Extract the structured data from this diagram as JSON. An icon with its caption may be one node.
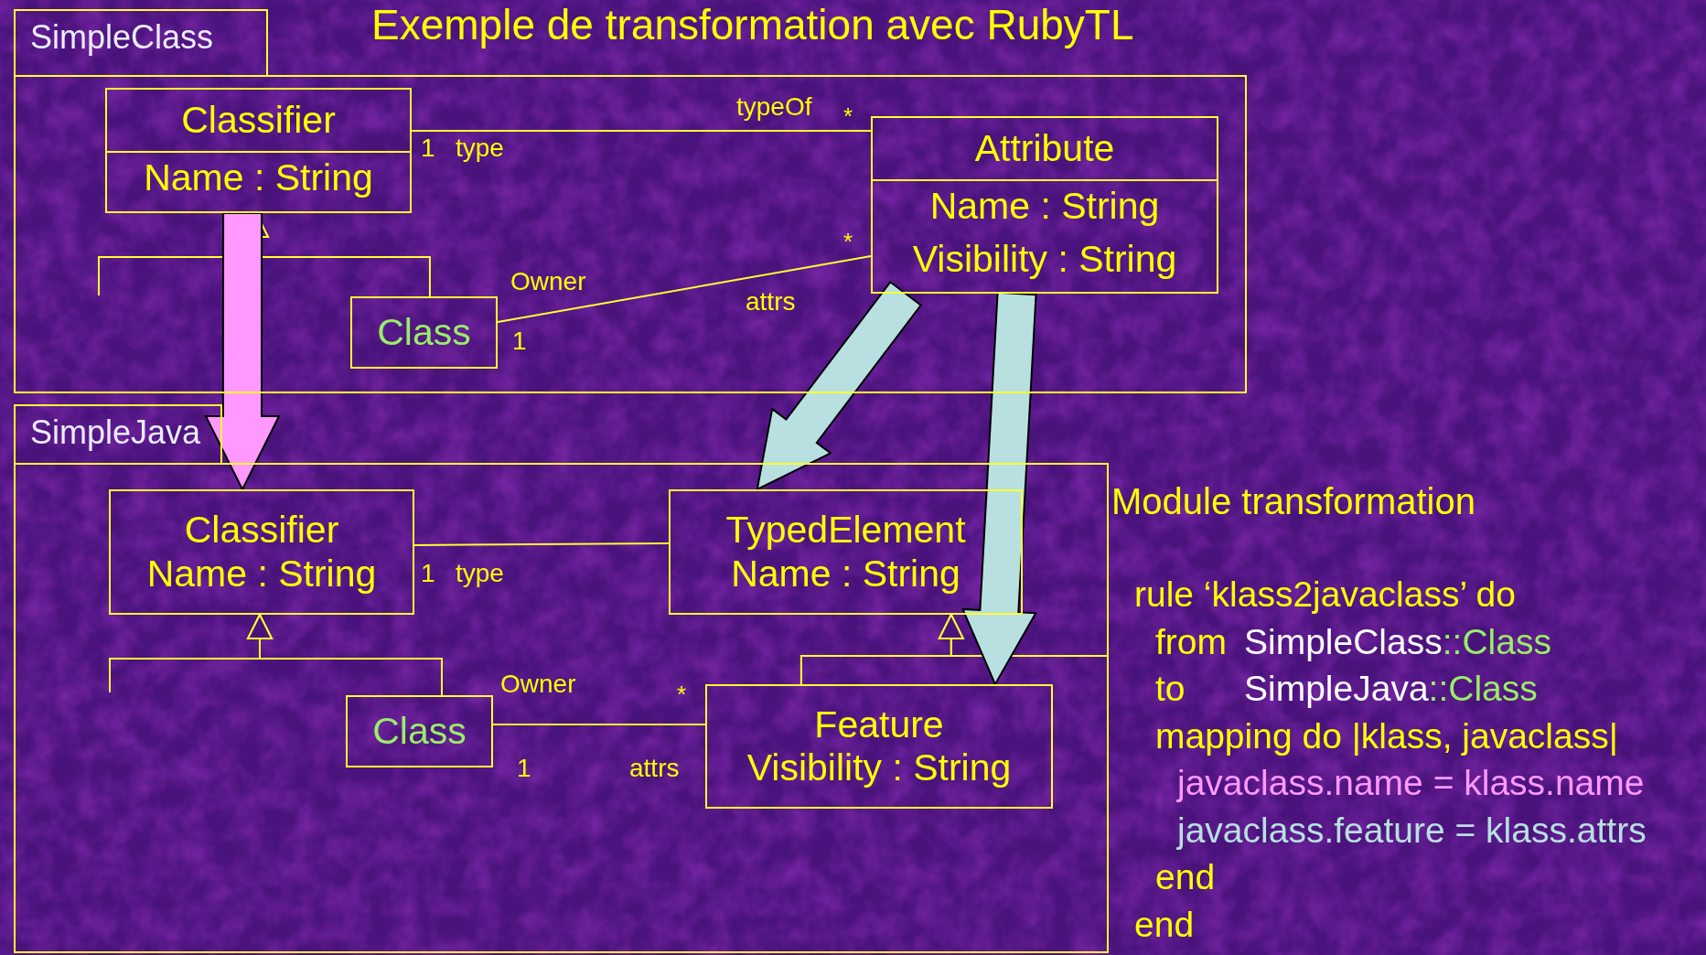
{
  "diagram": {
    "title": "Exemple de transformation avec RubyTL",
    "nodes": [
      {
        "text": [
          "SimpleClass"
        ]
      },
      {
        "text": [
          "Classifier",
          "Name : String"
        ],
        "in": 0
      },
      {
        "text": [
          "Attribute",
          "Name : String",
          "Visibility : String"
        ],
        "in": 0
      },
      {
        "text": [
          "Class"
        ],
        "in": 0
      },
      {
        "text": [
          "SimpleJava"
        ]
      },
      {
        "text": [
          "Classifier",
          "Name : String"
        ],
        "in": 4
      },
      {
        "text": [
          "TypedElement",
          "Name : String"
        ],
        "in": 4
      },
      {
        "text": [
          "Class"
        ],
        "in": 4
      },
      {
        "text": [
          "Feature",
          "Visibility : String"
        ],
        "in": 4
      }
    ],
    "edges": [
      {
        "from": 1,
        "to": 2,
        "arrow": "none"
      },
      {
        "from": 3,
        "to": 1,
        "arrow": "to"
      },
      {
        "from": null,
        "to": 1,
        "arrow": "to"
      },
      {
        "from": 3,
        "to": 2,
        "arrow": "none"
      },
      {
        "from": 5,
        "to": 6,
        "arrow": "none"
      },
      {
        "from": 7,
        "to": 5,
        "arrow": "to"
      },
      {
        "from": null,
        "to": 5,
        "arrow": "to"
      },
      {
        "from": 8,
        "to": 6,
        "arrow": "to"
      },
      {
        "from": null,
        "to": 6,
        "arrow": "to"
      },
      {
        "from": 7,
        "to": 8,
        "arrow": "none"
      },
      {
        "from": 1,
        "to": 5,
        "arrow": "to",
        "style": "thick",
        "color": "#ff99ff"
      },
      {
        "from": 2,
        "to": 6,
        "arrow": "to",
        "style": "thick",
        "color": "#b8e0e0"
      },
      {
        "from": 2,
        "to": 8,
        "arrow": "to",
        "style": "thick",
        "color": "#b8e0e0"
      }
    ],
    "labels": [
      "typeOf",
      "*",
      "1",
      "type",
      "*",
      "Owner",
      "attrs",
      "1",
      "Module transformation",
      "1",
      "type",
      "Owner",
      "*",
      "1",
      "attrs",
      "rule ‘klass2javaclass’ do",
      "from SimpleClass::Class",
      "to SimpleJava::Class",
      "mapping do |klass, javaclass|",
      "javaclass.name = klass.name",
      "javaclass.feature = klass.attrs",
      "end",
      "end"
    ]
  }
}
